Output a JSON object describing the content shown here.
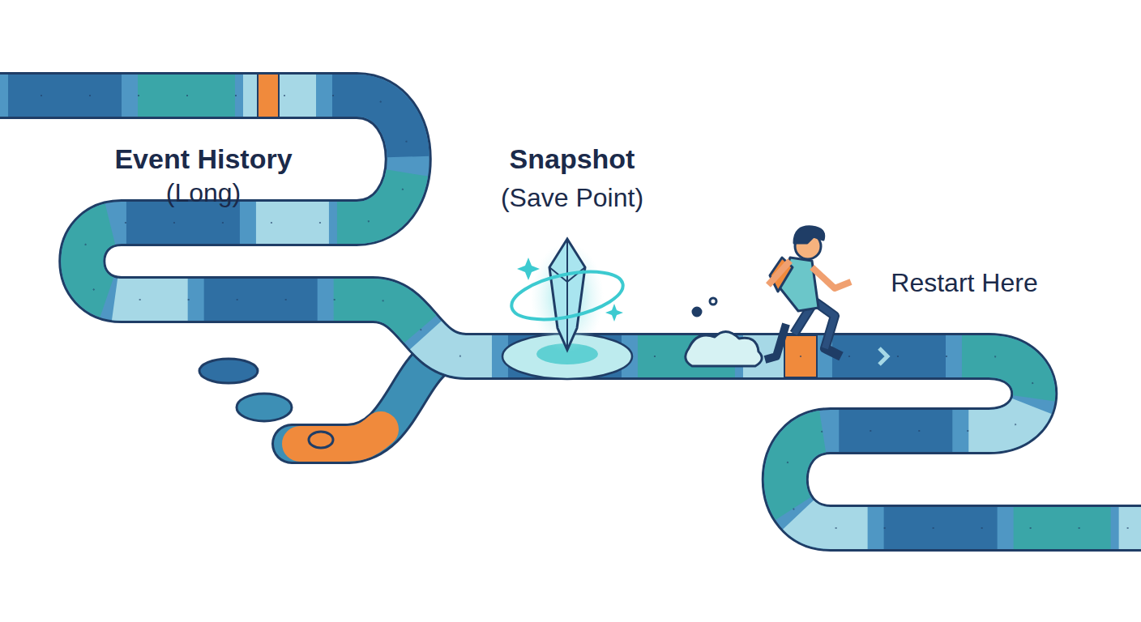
{
  "diagram": {
    "labels": [
      "Event History",
      "(Long)",
      "Snapshot",
      "(Save Point)",
      "Restart Here"
    ]
  }
}
